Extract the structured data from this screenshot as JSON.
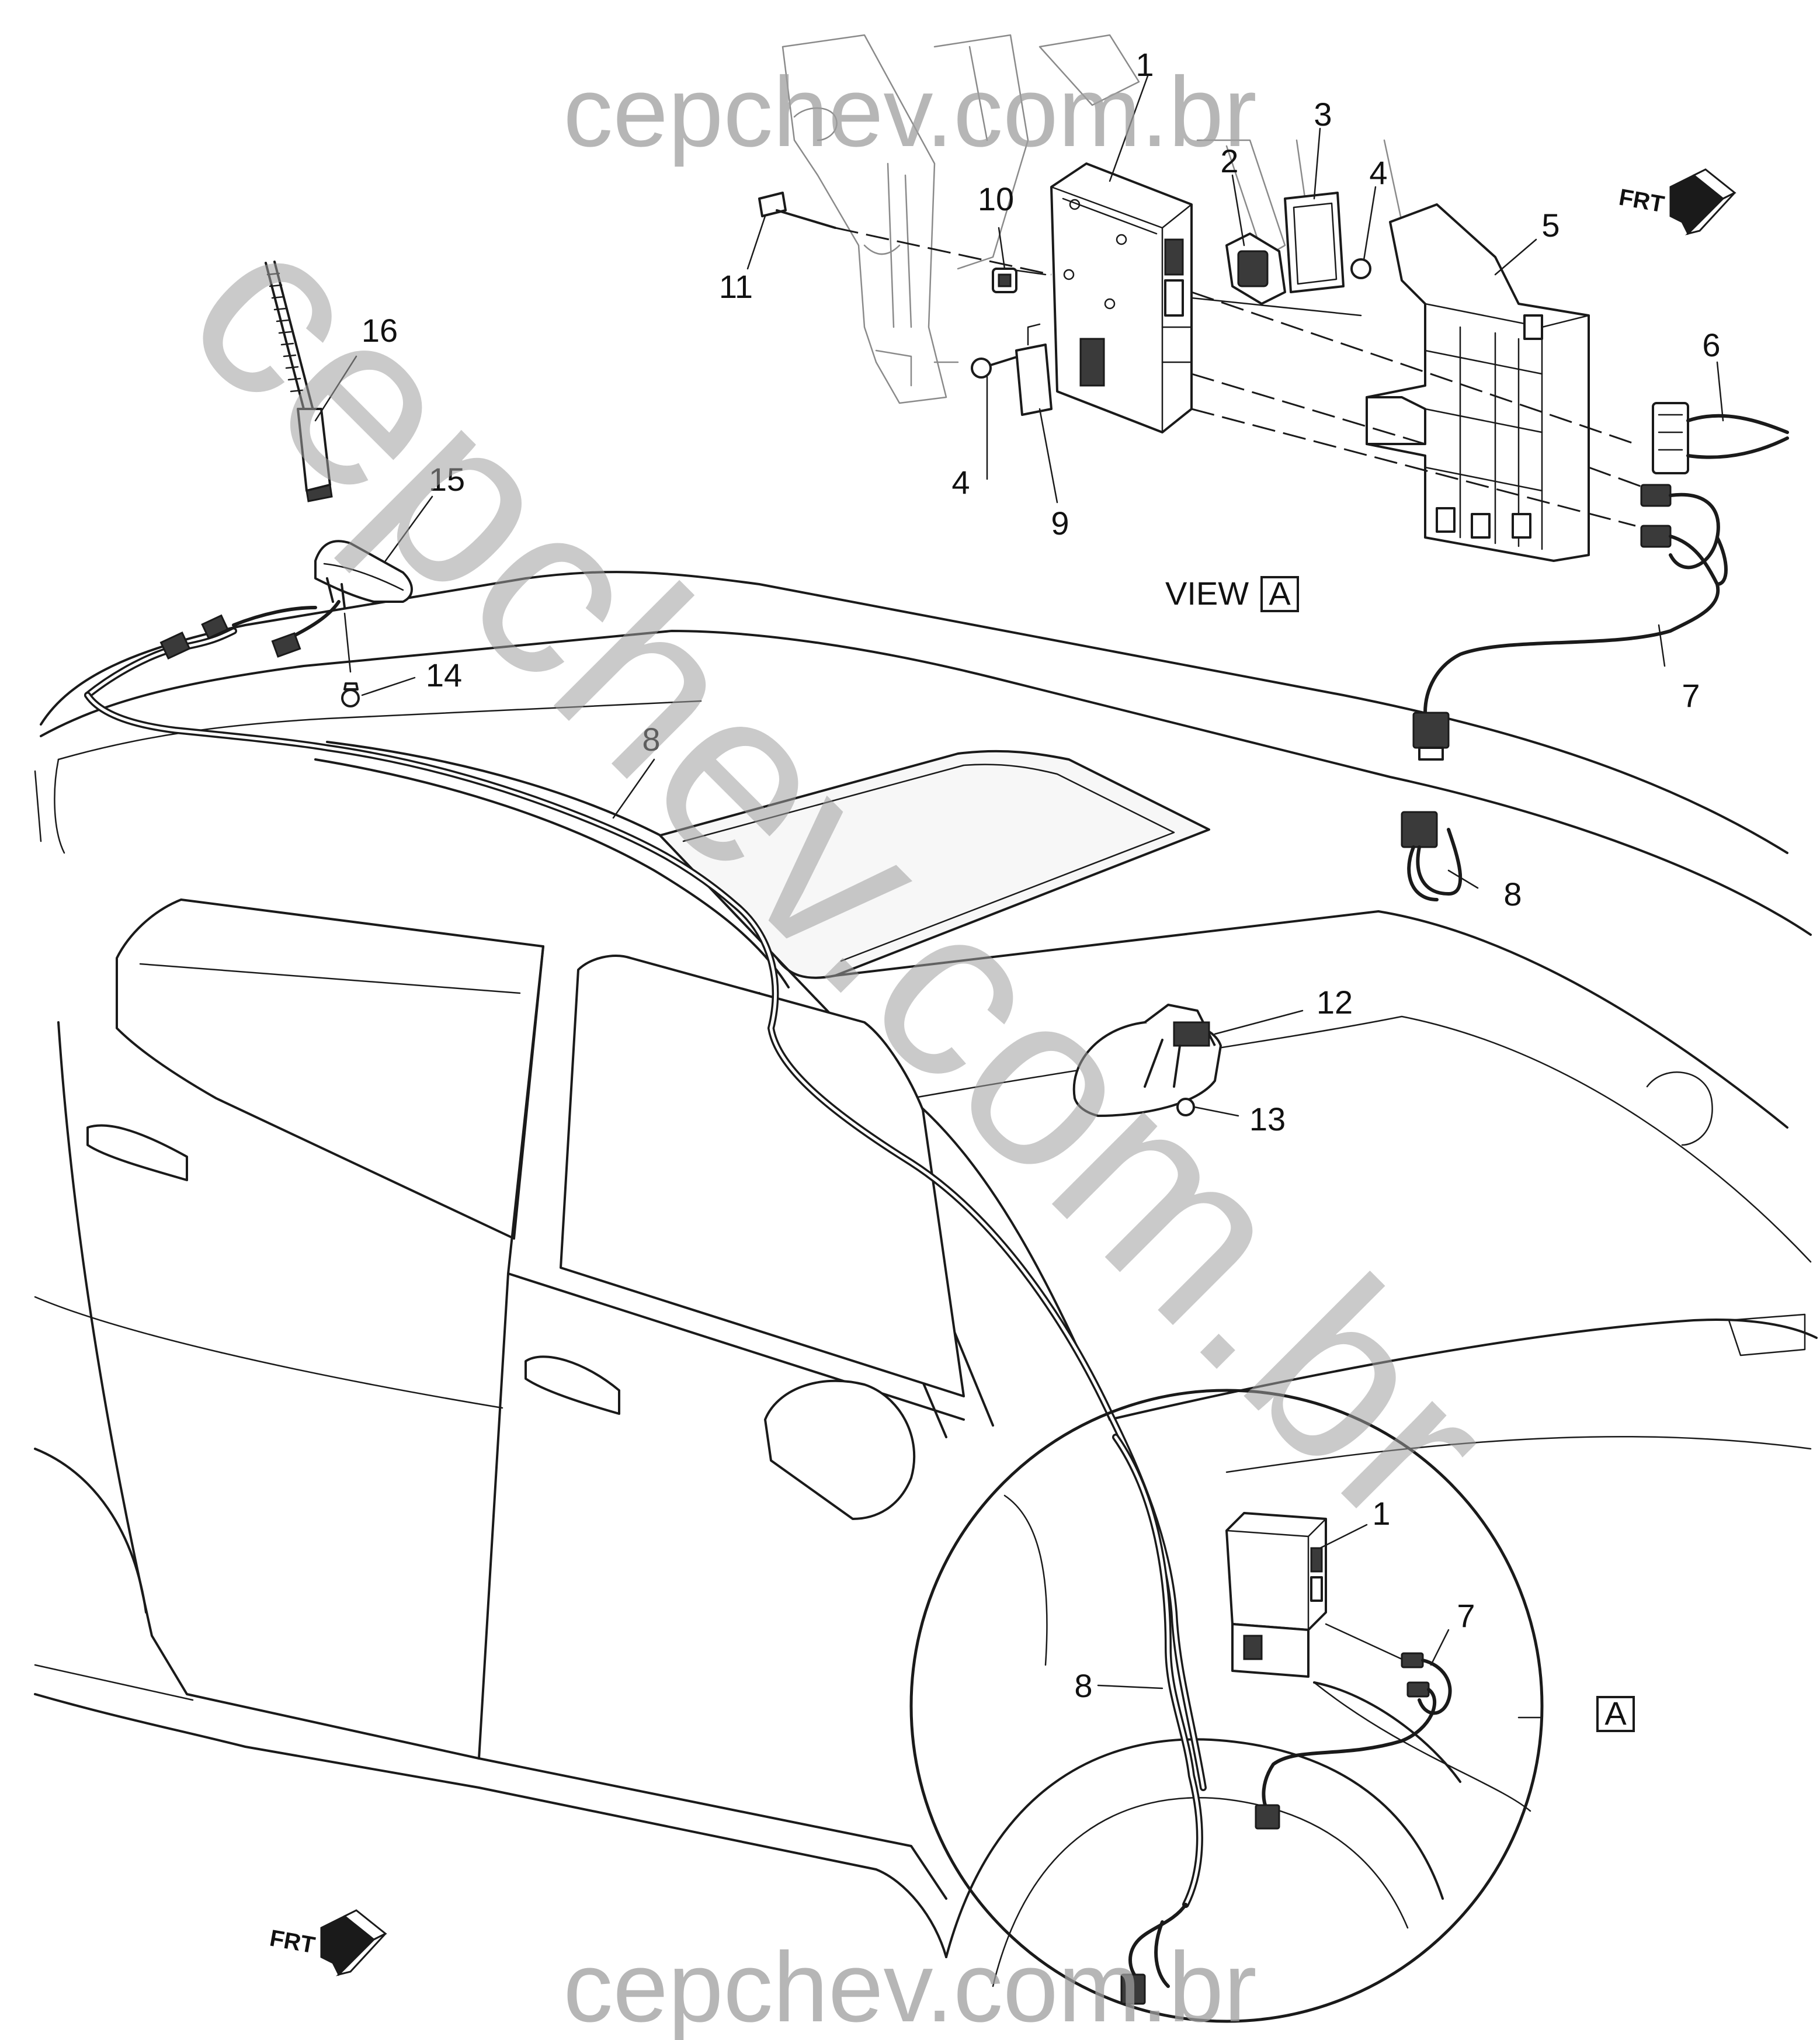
{
  "watermark": {
    "top": "cepchev.com.br",
    "diagonal": "cepchev.com.br",
    "bottom": "cepchev.com.br"
  },
  "view_label": "VIEW",
  "view_letter": "A",
  "detail_letter": "A",
  "front_indicator": "FRT",
  "callouts": {
    "c1_top": "1",
    "c2": "2",
    "c3": "3",
    "c4_top": "4",
    "c4_mid": "4",
    "c5": "5",
    "c6": "6",
    "c7_top": "7",
    "c8_right": "8",
    "c9": "9",
    "c10": "10",
    "c11": "11",
    "c12": "12",
    "c13": "13",
    "c14": "14",
    "c15": "15",
    "c16": "16",
    "c8_roof": "8",
    "c1_detail": "1",
    "c7_detail": "7",
    "c8_detail": "8"
  }
}
